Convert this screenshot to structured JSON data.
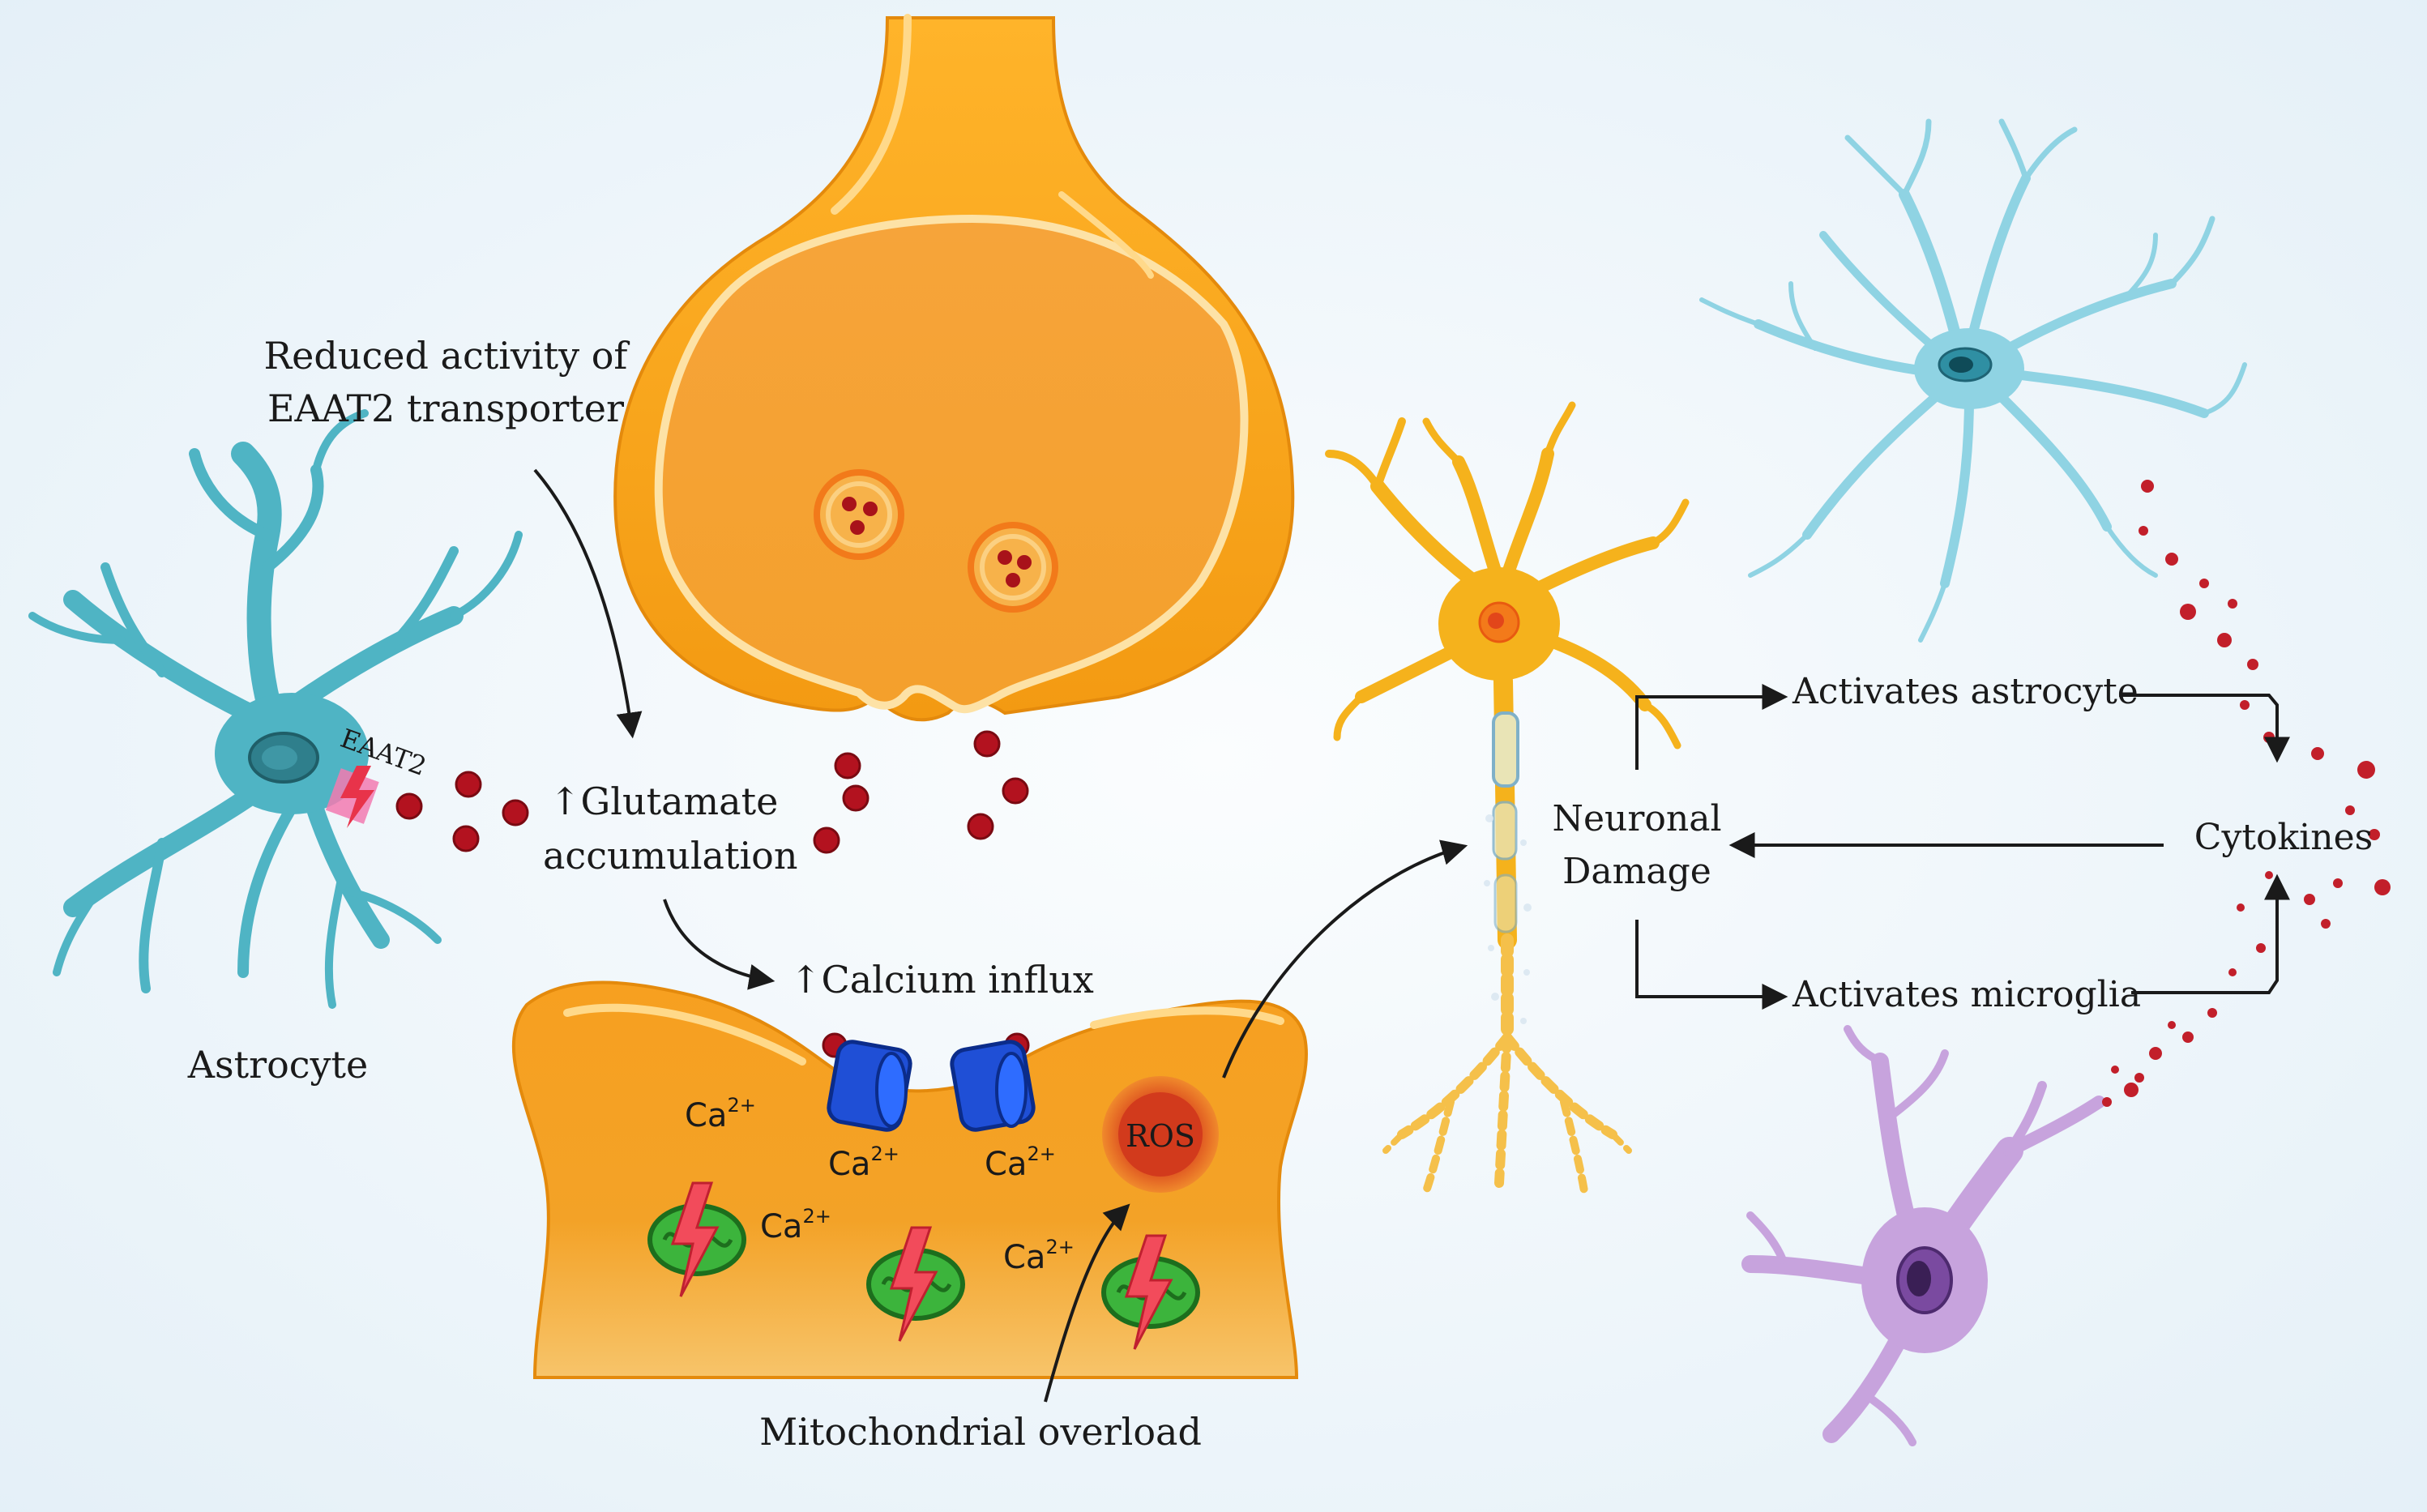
{
  "labels": {
    "eaat2_reduced": [
      "Reduced activity of",
      "EAAT2 transporter"
    ],
    "eaat2_tag": "EAAT2",
    "astrocyte": "Astrocyte",
    "glutamate": [
      "↑Glutamate",
      "accumulation"
    ],
    "calcium": "↑Calcium influx",
    "ca_base": "Ca",
    "ca_charge": "2+",
    "ros": "ROS",
    "mito_overload": "Mitochondrial overload",
    "neuronal_damage": [
      "Neuronal",
      "Damage"
    ],
    "activates_astrocyte": "Activates astrocyte",
    "activates_microglia": "Activates microglia",
    "cytokines": "Cytokines"
  },
  "colors": {
    "background": "#eaf4fa",
    "astrocyte": "#4fb4c4",
    "reactive_astrocyte": "#8fd3e3",
    "neuron": "#f5a623",
    "terminal": "#f7a51c",
    "glutamate": "#b3121f",
    "channel": "#1f4fd6",
    "mitochondria": "#3cb43c",
    "ros": "#c8361b",
    "microglia": "#c7a3dd",
    "cytokine": "#c21f2a"
  }
}
